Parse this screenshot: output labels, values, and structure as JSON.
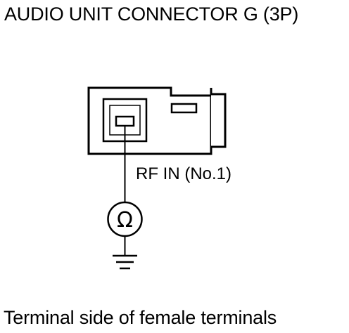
{
  "diagram": {
    "title": "AUDIO UNIT CONNECTOR G (3P)",
    "terminal_label": "RF IN (No.1)",
    "meter_symbol": "Ω",
    "footer": "Terminal side of female terminals"
  }
}
